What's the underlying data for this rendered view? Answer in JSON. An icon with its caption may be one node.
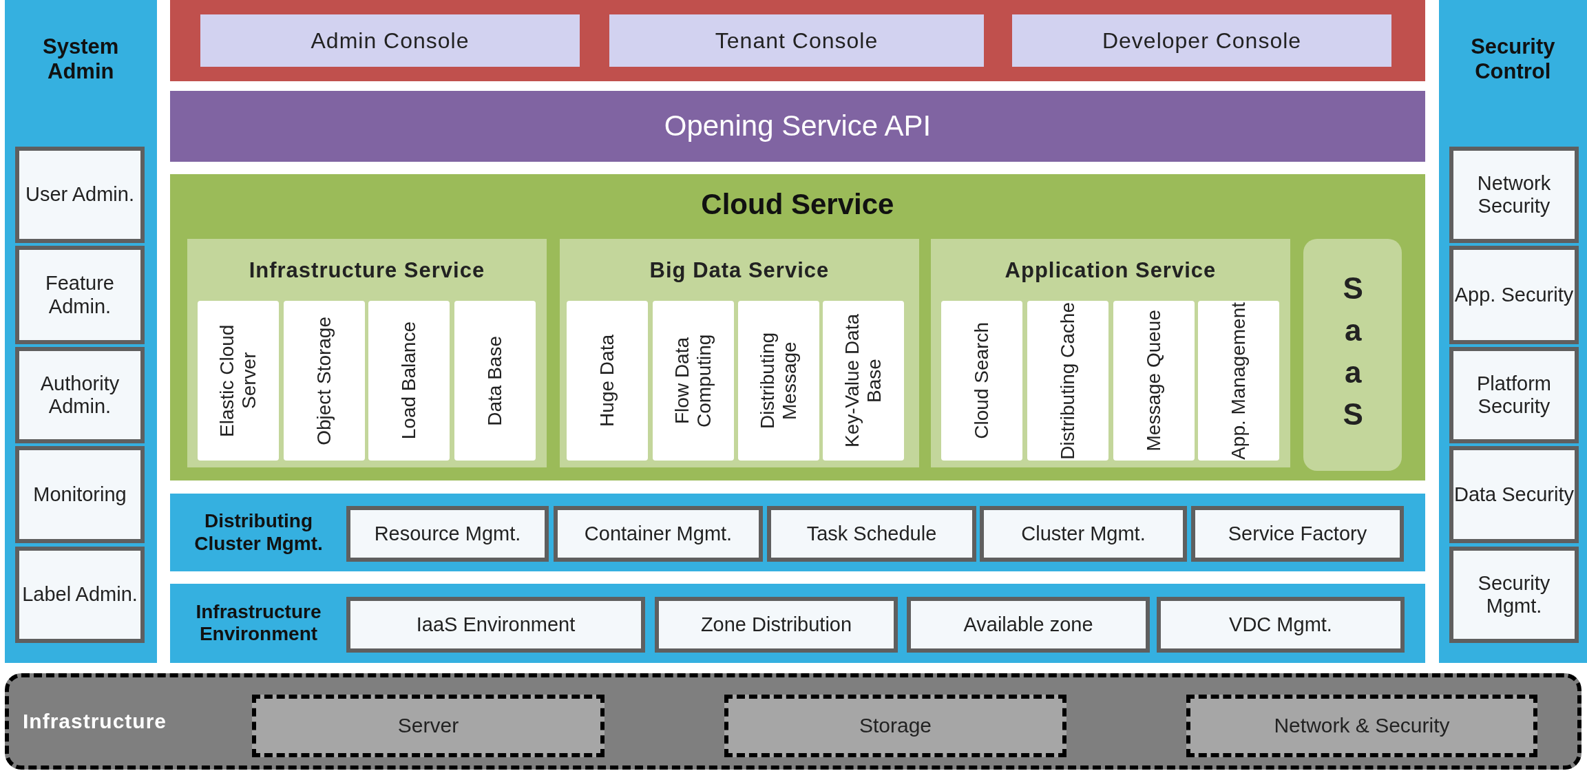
{
  "diagram": {
    "nodes": [
      {
        "text": [
          "System Admin"
        ]
      },
      {
        "text": [
          "User Admin."
        ],
        "in": 0
      },
      {
        "text": [
          "Feature Admin."
        ],
        "in": 0
      },
      {
        "text": [
          "Authority Admin."
        ],
        "in": 0
      },
      {
        "text": [
          "Monitoring"
        ],
        "in": 0
      },
      {
        "text": [
          "Label Admin."
        ],
        "in": 0
      },
      {
        "text": [],
        "shape": "box"
      },
      {
        "text": [
          "Admin Console"
        ],
        "in": 6
      },
      {
        "text": [
          "Tenant Console"
        ],
        "in": 6
      },
      {
        "text": [
          "Developer Console"
        ],
        "in": 6
      },
      {
        "text": [
          "Opening Service API"
        ]
      },
      {
        "text": [
          "Cloud Service"
        ]
      },
      {
        "text": [
          "Infrastructure Service"
        ],
        "in": 11
      },
      {
        "text": [
          "Elastic Cloud Server"
        ],
        "in": 12
      },
      {
        "text": [
          "Object Storage"
        ],
        "in": 12
      },
      {
        "text": [
          "Load Balance"
        ],
        "in": 12
      },
      {
        "text": [
          "Data Base"
        ],
        "in": 12
      },
      {
        "text": [
          "Big Data Service"
        ],
        "in": 11
      },
      {
        "text": [
          "Huge Data"
        ],
        "in": 17
      },
      {
        "text": [
          "Flow Data Computing"
        ],
        "in": 17
      },
      {
        "text": [
          "Distributing Message"
        ],
        "in": 17
      },
      {
        "text": [
          "Key-Value Data Base"
        ],
        "in": 17
      },
      {
        "text": [
          "Application Service"
        ],
        "in": 11
      },
      {
        "text": [
          "Cloud Search"
        ],
        "in": 22
      },
      {
        "text": [
          "Distributing Cache"
        ],
        "in": 22
      },
      {
        "text": [
          "Message Queue"
        ],
        "in": 22
      },
      {
        "text": [
          "App. Management"
        ],
        "in": 22
      },
      {
        "text": [
          "SaaS"
        ],
        "in": 11
      },
      {
        "text": [
          "Distributing Cluster Mgmt."
        ]
      },
      {
        "text": [
          "Resource Mgmt."
        ],
        "in": 28
      },
      {
        "text": [
          "Container Mgmt."
        ],
        "in": 28
      },
      {
        "text": [
          "Task Schedule"
        ],
        "in": 28
      },
      {
        "text": [
          "Cluster Mgmt."
        ],
        "in": 28
      },
      {
        "text": [
          "Service Factory"
        ],
        "in": 28
      },
      {
        "text": [
          "Infrastructure Environment"
        ]
      },
      {
        "text": [
          "IaaS Environment"
        ],
        "in": 34
      },
      {
        "text": [
          "Zone Distribution"
        ],
        "in": 34
      },
      {
        "text": [
          "Available zone"
        ],
        "in": 34
      },
      {
        "text": [
          "VDC Mgmt."
        ],
        "in": 34
      },
      {
        "text": [
          "Infrastructure"
        ]
      },
      {
        "text": [
          "Server"
        ],
        "in": 39
      },
      {
        "text": [
          "Storage"
        ],
        "in": 39
      },
      {
        "text": [
          "Network & Security"
        ],
        "in": 39
      },
      {
        "text": [
          "Security Control"
        ]
      },
      {
        "text": [
          "Network Security"
        ],
        "in": 43
      },
      {
        "text": [
          "App. Security"
        ],
        "in": 43
      },
      {
        "text": [
          "Platform Security"
        ],
        "in": 43
      },
      {
        "text": [
          "Data Security"
        ],
        "in": 43
      },
      {
        "text": [
          "Security Mgmt."
        ],
        "in": 43
      }
    ]
  }
}
